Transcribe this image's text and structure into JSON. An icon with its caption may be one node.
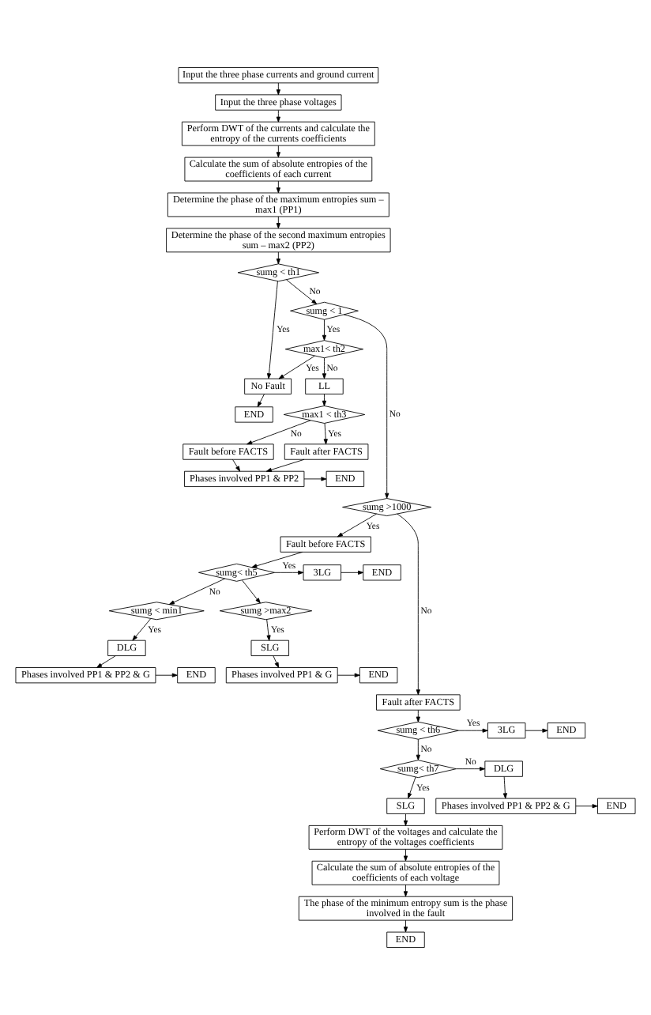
{
  "diagram": {
    "nodes": [
      {
        "text": [
          "Input the three phase currents and ground current"
        ]
      },
      {
        "text": [
          "Input the three phase voltages"
        ]
      },
      {
        "text": [
          "Perform DWT of the currents and calculate the entropy of the currents coefficients"
        ]
      },
      {
        "text": [
          "Calculate the sum of absolute entropies of the coefficients of each current"
        ]
      },
      {
        "text": [
          "Determine the phase of the maximum entropies sum – max1 (PP1)"
        ]
      },
      {
        "text": [
          "Determine the phase of the second maximum entropies sum – max2 (PP2)"
        ]
      },
      {
        "text": [
          "sumg < th1"
        ]
      },
      {
        "text": [
          "sumg < 1"
        ]
      },
      {
        "text": [
          "max1< th2"
        ]
      },
      {
        "text": [
          "No Fault"
        ]
      },
      {
        "text": [
          "LL"
        ]
      },
      {
        "text": [
          "END"
        ]
      },
      {
        "text": [
          "max1 < th3"
        ]
      },
      {
        "text": [
          "Fault before FACTS"
        ]
      },
      {
        "text": [
          "Fault after FACTS"
        ]
      },
      {
        "text": [
          "END"
        ]
      },
      {
        "text": [
          "Phases involved PP1 & PP2"
        ]
      },
      {
        "text": [
          "sumg >1000"
        ]
      },
      {
        "text": [
          "Fault before FACTS"
        ]
      },
      {
        "text": [
          "sumg< th5"
        ]
      },
      {
        "text": [
          "3LG"
        ]
      },
      {
        "text": [
          "END"
        ]
      },
      {
        "text": [
          "sumg < min1"
        ]
      },
      {
        "text": [
          "sumg >max2"
        ]
      },
      {
        "text": [
          "DLG"
        ]
      },
      {
        "text": [
          "SLG"
        ]
      },
      {
        "text": [
          "END"
        ]
      },
      {
        "text": [
          "Phases involved PP1 & PP2 & G"
        ]
      },
      {
        "text": [
          "Phases involved PP1 & G"
        ]
      },
      {
        "text": [
          "END"
        ]
      },
      {
        "text": [
          "Fault after FACTS"
        ]
      },
      {
        "text": [
          "END"
        ]
      },
      {
        "text": [
          "3LG"
        ]
      },
      {
        "text": [
          "sumg < th6"
        ]
      },
      {
        "text": [
          "DLG"
        ]
      },
      {
        "text": [
          "sumg< th7"
        ]
      },
      {
        "text": [
          "END"
        ]
      },
      {
        "text": [
          "Phases involved PP1 & PP2 & G"
        ]
      },
      {
        "text": [
          "SLG"
        ]
      },
      {
        "text": [
          "Perform DWT of the voltages and calculate the entropy of the voltages coefficients"
        ]
      },
      {
        "text": [
          "Calculate the sum of absolute entropies of the coefficients of each voltage"
        ]
      },
      {
        "text": [
          "The phase of the minimum entropy sum is the phase involved in the fault"
        ]
      },
      {
        "text": [
          "END"
        ]
      }
    ],
    "edges": [
      {
        "from": 0,
        "to": 1,
        "arrow": "to"
      },
      {
        "from": 1,
        "to": 2,
        "arrow": "to"
      },
      {
        "from": 2,
        "to": 3,
        "arrow": "to"
      },
      {
        "from": 3,
        "to": 4,
        "arrow": "to"
      },
      {
        "from": 4,
        "to": 5,
        "arrow": "to"
      },
      {
        "from": 5,
        "to": 6,
        "arrow": "to"
      },
      {
        "from": 6,
        "to": 9,
        "arrow": "to",
        "label": "Yes"
      },
      {
        "from": 6,
        "to": 7,
        "arrow": "to",
        "label": "No"
      },
      {
        "from": 7,
        "to": 8,
        "arrow": "to",
        "label": "Yes"
      },
      {
        "from": 7,
        "to": 17,
        "arrow": "to",
        "label": "No"
      },
      {
        "from": 8,
        "to": 9,
        "arrow": "to",
        "label": "Yes"
      },
      {
        "from": 8,
        "to": 10,
        "arrow": "to",
        "label": "No"
      },
      {
        "from": 9,
        "to": 11,
        "arrow": "to"
      },
      {
        "from": 10,
        "to": 12,
        "arrow": "to"
      },
      {
        "from": 12,
        "to": 13,
        "arrow": "to",
        "label": "No"
      },
      {
        "from": 12,
        "to": 14,
        "arrow": "to",
        "label": "Yes"
      },
      {
        "from": 13,
        "to": 16,
        "arrow": "to"
      },
      {
        "from": 14,
        "to": 16,
        "arrow": "to"
      },
      {
        "from": 16,
        "to": 15,
        "arrow": "to"
      },
      {
        "from": 17,
        "to": 18,
        "arrow": "to",
        "label": "Yes"
      },
      {
        "from": 17,
        "to": 30,
        "arrow": "to",
        "label": "No"
      },
      {
        "from": 18,
        "to": 19,
        "arrow": "to"
      },
      {
        "from": 19,
        "to": 20,
        "arrow": "to",
        "label": "Yes"
      },
      {
        "from": 20,
        "to": 21,
        "arrow": "to"
      },
      {
        "from": 19,
        "to": 22,
        "arrow": "to",
        "label": "No"
      },
      {
        "from": 19,
        "to": 23,
        "arrow": "to"
      },
      {
        "from": 22,
        "to": 24,
        "arrow": "to",
        "label": "Yes"
      },
      {
        "from": 23,
        "to": 25,
        "arrow": "to",
        "label": "Yes"
      },
      {
        "from": 24,
        "to": 27,
        "arrow": "to"
      },
      {
        "from": 25,
        "to": 28,
        "arrow": "to"
      },
      {
        "from": 27,
        "to": 26,
        "arrow": "to"
      },
      {
        "from": 28,
        "to": 29,
        "arrow": "to"
      },
      {
        "from": 30,
        "to": 33,
        "arrow": "to"
      },
      {
        "from": 33,
        "to": 32,
        "arrow": "to",
        "label": "Yes"
      },
      {
        "from": 32,
        "to": 31,
        "arrow": "to"
      },
      {
        "from": 33,
        "to": 35,
        "arrow": "to",
        "label": "No"
      },
      {
        "from": 35,
        "to": 34,
        "arrow": "to",
        "label": "No"
      },
      {
        "from": 35,
        "to": 38,
        "arrow": "to",
        "label": "Yes"
      },
      {
        "from": 34,
        "to": 37,
        "arrow": "to"
      },
      {
        "from": 37,
        "to": 36,
        "arrow": "to"
      },
      {
        "from": 38,
        "to": 39,
        "arrow": "to"
      },
      {
        "from": 39,
        "to": 40,
        "arrow": "to"
      },
      {
        "from": 40,
        "to": 41,
        "arrow": "to"
      },
      {
        "from": 41,
        "to": 42,
        "arrow": "to"
      }
    ]
  }
}
